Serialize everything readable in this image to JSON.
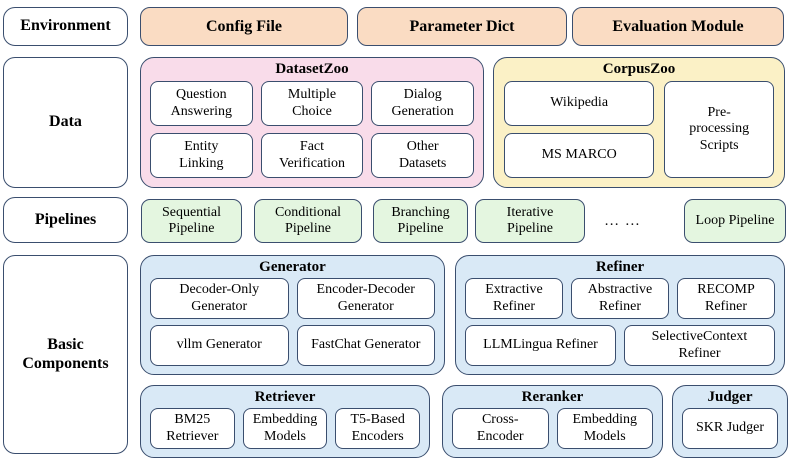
{
  "colors": {
    "border": "#3a4e6e",
    "peach": "#fadcc3",
    "pink": "#f9dcea",
    "yellow": "#fbf1c6",
    "green": "#e4f6e0",
    "blue": "#d9e9f6"
  },
  "left_column": {
    "environment": "Environment",
    "data": "Data",
    "pipelines": "Pipelines",
    "basic_components": "Basic Components"
  },
  "environment_row": {
    "items": [
      "Config File",
      "Parameter Dict",
      "Evaluation Module"
    ]
  },
  "data_row": {
    "dataset_zoo": {
      "title": "DatasetZoo",
      "items": [
        "Question\nAnswering",
        "Multiple\nChoice",
        "Dialog\nGeneration",
        "Entity\nLinking",
        "Fact\nVerification",
        "Other\nDatasets"
      ]
    },
    "corpus_zoo": {
      "title": "CorpusZoo",
      "left_items": [
        "Wikipedia",
        "MS MARCO"
      ],
      "right_item": "Pre-\nprocessing\nScripts"
    }
  },
  "pipelines_row": {
    "items": [
      "Sequential\nPipeline",
      "Conditional\nPipeline",
      "Branching\nPipeline",
      "Iterative\nPipeline"
    ],
    "ellipsis": "… …",
    "loop_item": "Loop Pipeline"
  },
  "basic_components": {
    "generator": {
      "title": "Generator",
      "row1": [
        "Decoder-Only\nGenerator",
        "Encoder-Decoder\nGenerator"
      ],
      "row2": [
        "vllm Generator",
        "FastChat Generator"
      ]
    },
    "refiner": {
      "title": "Refiner",
      "row1": [
        "Extractive\nRefiner",
        "Abstractive\nRefiner",
        "RECOMP\nRefiner"
      ],
      "row2": [
        "LLMLingua Refiner",
        "SelectiveContext\nRefiner"
      ]
    },
    "retriever": {
      "title": "Retriever",
      "items": [
        "BM25\nRetriever",
        "Embedding\nModels",
        "T5-Based\nEncoders"
      ]
    },
    "reranker": {
      "title": "Reranker",
      "items": [
        "Cross-\nEncoder",
        "Embedding\nModels"
      ]
    },
    "judger": {
      "title": "Judger",
      "items": [
        "SKR Judger"
      ]
    }
  }
}
